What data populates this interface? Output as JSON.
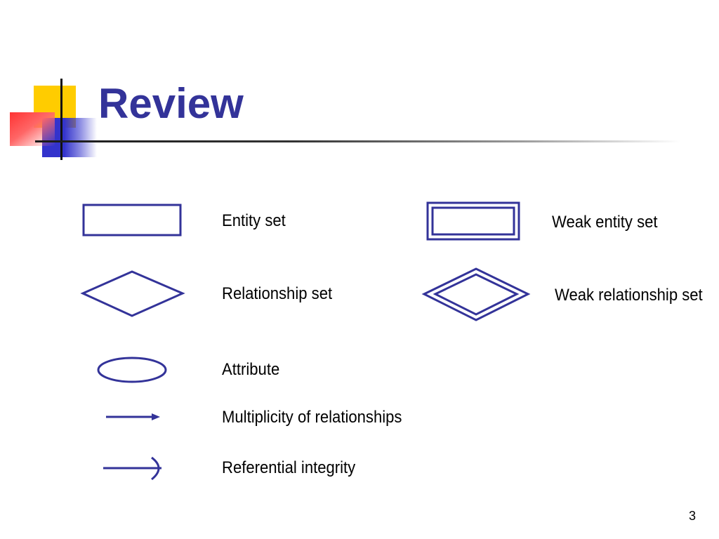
{
  "slide": {
    "title": "Review",
    "page_number": "3",
    "accent_color": "#333399",
    "legend": [
      {
        "symbol": "rectangle",
        "label": "Entity set"
      },
      {
        "symbol": "double-rectangle",
        "label": "Weak entity set"
      },
      {
        "symbol": "diamond",
        "label": "Relationship set"
      },
      {
        "symbol": "double-diamond",
        "label": "Weak relationship set"
      },
      {
        "symbol": "ellipse",
        "label": "Attribute"
      },
      {
        "symbol": "arrow",
        "label": "Multiplicity of relationships"
      },
      {
        "symbol": "rounded-arrow",
        "label": "Referential integrity"
      }
    ]
  }
}
